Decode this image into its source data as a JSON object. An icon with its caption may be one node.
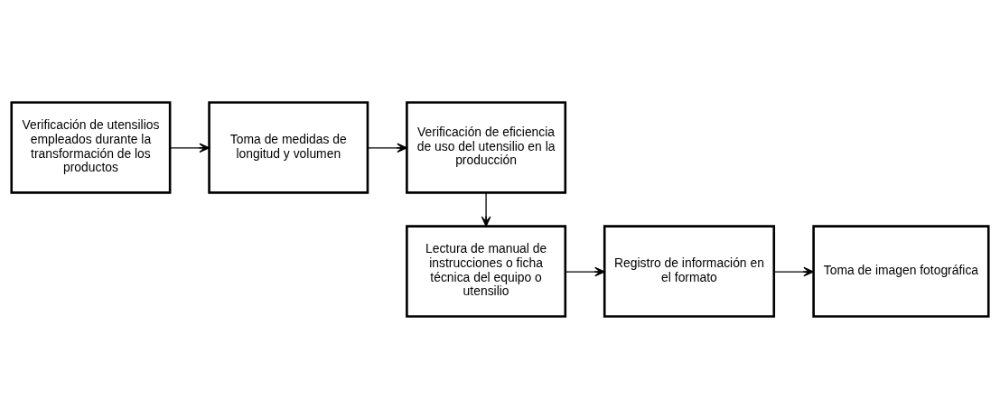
{
  "diagram": {
    "nodes": [
      {
        "text": [
          "Verificación de utensilios empleados durante la transformación de los productos"
        ]
      },
      {
        "text": [
          "Toma de medidas de longitud y volumen"
        ]
      },
      {
        "text": [
          "Verificación de eficiencia de uso del utensilio en la producción"
        ]
      },
      {
        "text": [
          "Lectura de manual de instrucciones o ficha técnica del equipo o utensilio"
        ]
      },
      {
        "text": [
          "Registro de información en el formato"
        ]
      },
      {
        "text": [
          "Toma de imagen fotográfica"
        ]
      }
    ],
    "edges": [
      {
        "from": 0,
        "to": 1,
        "arrow": "to"
      },
      {
        "from": 1,
        "to": 2,
        "arrow": "to"
      },
      {
        "from": 2,
        "to": 3,
        "arrow": "to"
      },
      {
        "from": 3,
        "to": 4,
        "arrow": "to"
      },
      {
        "from": 4,
        "to": 5,
        "arrow": "to"
      }
    ]
  }
}
